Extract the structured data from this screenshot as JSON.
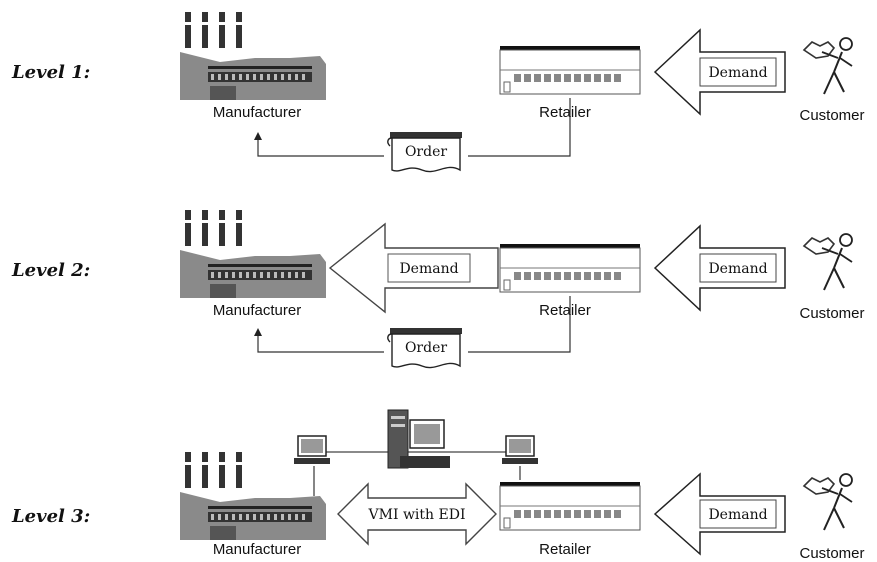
{
  "levels": [
    {
      "label": "Level 1:",
      "manufacturer": "Manufacturer",
      "retailer": "Retailer",
      "customer": "Customer",
      "customer_demand": "Demand",
      "order": "Order"
    },
    {
      "label": "Level 2:",
      "manufacturer": "Manufacturer",
      "retailer": "Retailer",
      "customer": "Customer",
      "customer_demand": "Demand",
      "shared_demand": "Demand",
      "order": "Order"
    },
    {
      "label": "Level 3:",
      "manufacturer": "Manufacturer",
      "retailer": "Retailer",
      "customer": "Customer",
      "customer_demand": "Demand",
      "link": "VMI with EDI"
    }
  ]
}
